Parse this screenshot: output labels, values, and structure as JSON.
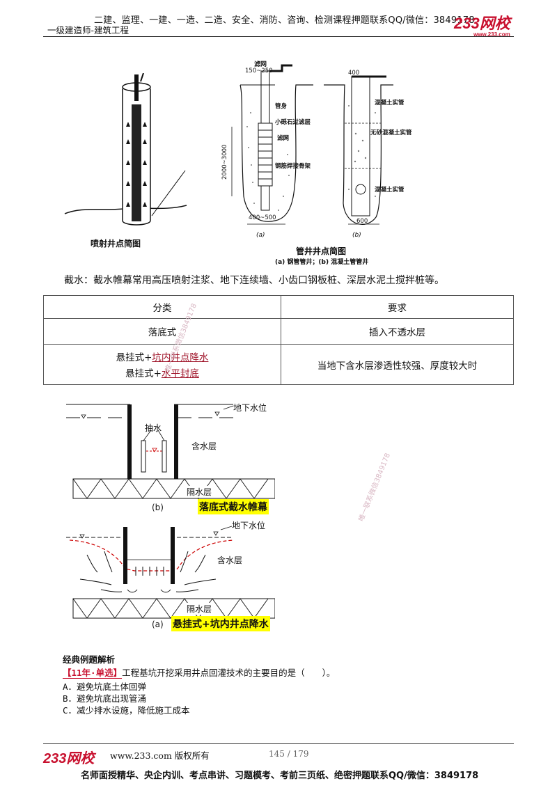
{
  "header": {
    "line1": "二建、监理、一建、一造、二造、安全、消防、咨询、检测课程押题联系QQ/微信：3849178",
    "line2": "一级建造师-建筑工程",
    "logo": "233网校",
    "logo_sub": "www.233.com"
  },
  "fig_jet": {
    "caption": "喷射井点简图"
  },
  "fig_tube": {
    "labels": {
      "filter_net_top": "滤网",
      "dim_top": "150~250",
      "pipe_body": "管身",
      "gravel": "小砾石过滤层",
      "filter_net": "滤网",
      "steel_frame": "钢筋焊接骨架",
      "dim_side": "2000~3000",
      "dim_bottom": "400~500",
      "dim_b_top": "400",
      "concrete_solid1": "混凝土实管",
      "sandless": "无砂混凝土实管",
      "concrete_solid2": "混凝土实管",
      "dim_b_bottom": "600",
      "sub_a": "(a)",
      "sub_b": "(b)"
    },
    "caption": "管井井点简图",
    "subcaption": "(a) 钢管管井；(b) 混凝土管管井"
  },
  "intro": "截水：截水帷幕常用高压喷射注浆、地下连续墙、小齿口钢板桩、深层水泥土搅拌桩等。",
  "table": {
    "head": [
      "分类",
      "要求"
    ],
    "row1": [
      "落底式",
      "插入不透水层"
    ],
    "row2_line1_prefix": "悬挂式+",
    "row2_line1_link": "坑内井点降水",
    "row2_line2_prefix": "悬挂式+",
    "row2_line2_link": "水平封底",
    "row2_req": "当地下含水层渗透性较强、厚度较大时"
  },
  "diagram_b": {
    "groundwater": "地下水位",
    "pumping": "抽水",
    "aquifer": "含水层",
    "aquiclude": "隔水层",
    "label": "(b)",
    "highlight": "落底式截水帷幕"
  },
  "diagram_a": {
    "groundwater": "地下水位",
    "aquifer": "含水层",
    "aquiclude": "隔水层",
    "label": "(a)",
    "highlight": "悬挂式+坑内井点降水"
  },
  "question": {
    "section": "经典例题解析",
    "tag": "【11年·单选】",
    "stem": "工程基坑开挖采用井点回灌技术的主要目的是（　　）。",
    "options": [
      "A．避免坑底土体回弹",
      "B．避免坑底出现管涌",
      "C．减少排水设施，降低施工成本"
    ]
  },
  "watermarks": [
    "唯一联系微信3849178",
    "唯一联系微信3849178"
  ],
  "footer": {
    "logo": "233网校",
    "site": "www.233.com 版权所有",
    "page": "145 / 179",
    "bottom": "名师面授精华、央企内训、考点串讲、习题模考、考前三页纸、绝密押题联系QQ/微信：3849178"
  }
}
